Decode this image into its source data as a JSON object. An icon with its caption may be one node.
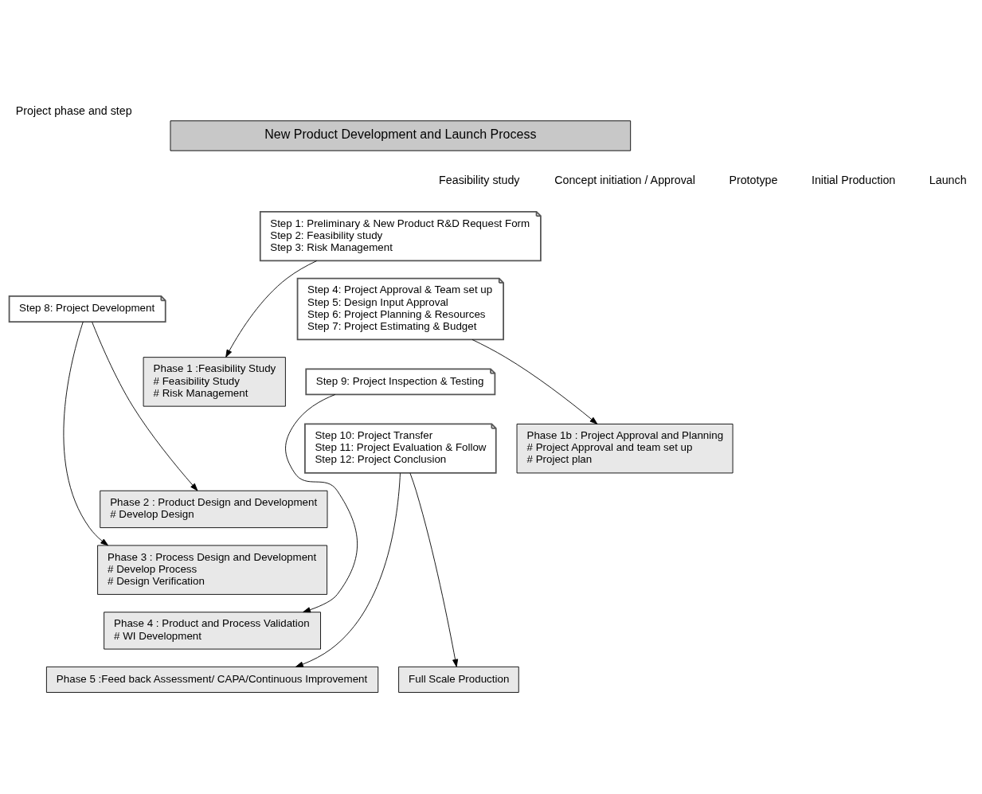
{
  "diagram": {
    "title": "Project phase and step",
    "nodes": [
      {
        "text": [
          "New Product Development and Launch Process"
        ]
      },
      {
        "text": [
          "Step 1: Preliminary & New Product R&D Request Form",
          "Step 2: Feasibility study",
          "Step 3: Risk Management"
        ]
      },
      {
        "text": [
          "Step 4: Project Approval & Team set up",
          "Step 5: Design Input Approval",
          "Step 6: Project Planning & Resources",
          "Step 7: Project Estimating & Budget"
        ]
      },
      {
        "text": [
          "Step 8: Project Development"
        ]
      },
      {
        "text": [
          "Step 9: Project Inspection & Testing"
        ]
      },
      {
        "text": [
          "Step 10: Project Transfer",
          "Step 11: Project Evaluation & Follow",
          "Step 12: Project Conclusion"
        ]
      },
      {
        "text": [
          "Phase 1 :Feasibility Study",
          "# Feasibility Study",
          "# Risk Management"
        ]
      },
      {
        "text": [
          "Phase 1b : Project Approval and Planning",
          "# Project Approval and team set up",
          "# Project plan"
        ]
      },
      {
        "text": [
          "Phase 2 : Product Design and Development",
          "# Develop Design"
        ]
      },
      {
        "text": [
          "Phase 3 : Process Design and Development",
          "# Develop Process",
          "# Design Verification"
        ]
      },
      {
        "text": [
          "Phase 4 : Product and Process Validation",
          "# WI Development"
        ]
      },
      {
        "text": [
          "Phase 5 :Feed back Assessment/ CAPA/Continuous Improvement"
        ]
      },
      {
        "text": [
          "Full Scale Production"
        ]
      }
    ],
    "edges": [
      {
        "from": 1,
        "to": 6,
        "arrow": "to"
      },
      {
        "from": 2,
        "to": 7,
        "arrow": "to"
      },
      {
        "from": 3,
        "to": 8,
        "arrow": "to"
      },
      {
        "from": 3,
        "to": 9,
        "arrow": "to"
      },
      {
        "from": 4,
        "to": 10,
        "arrow": "to"
      },
      {
        "from": 5,
        "to": 11,
        "arrow": "to"
      },
      {
        "from": 5,
        "to": 12,
        "arrow": "to"
      }
    ],
    "labels": [
      "Feasibility study",
      "Concept initiation / Approval",
      "Prototype",
      "Initial Production",
      "Launch"
    ]
  }
}
